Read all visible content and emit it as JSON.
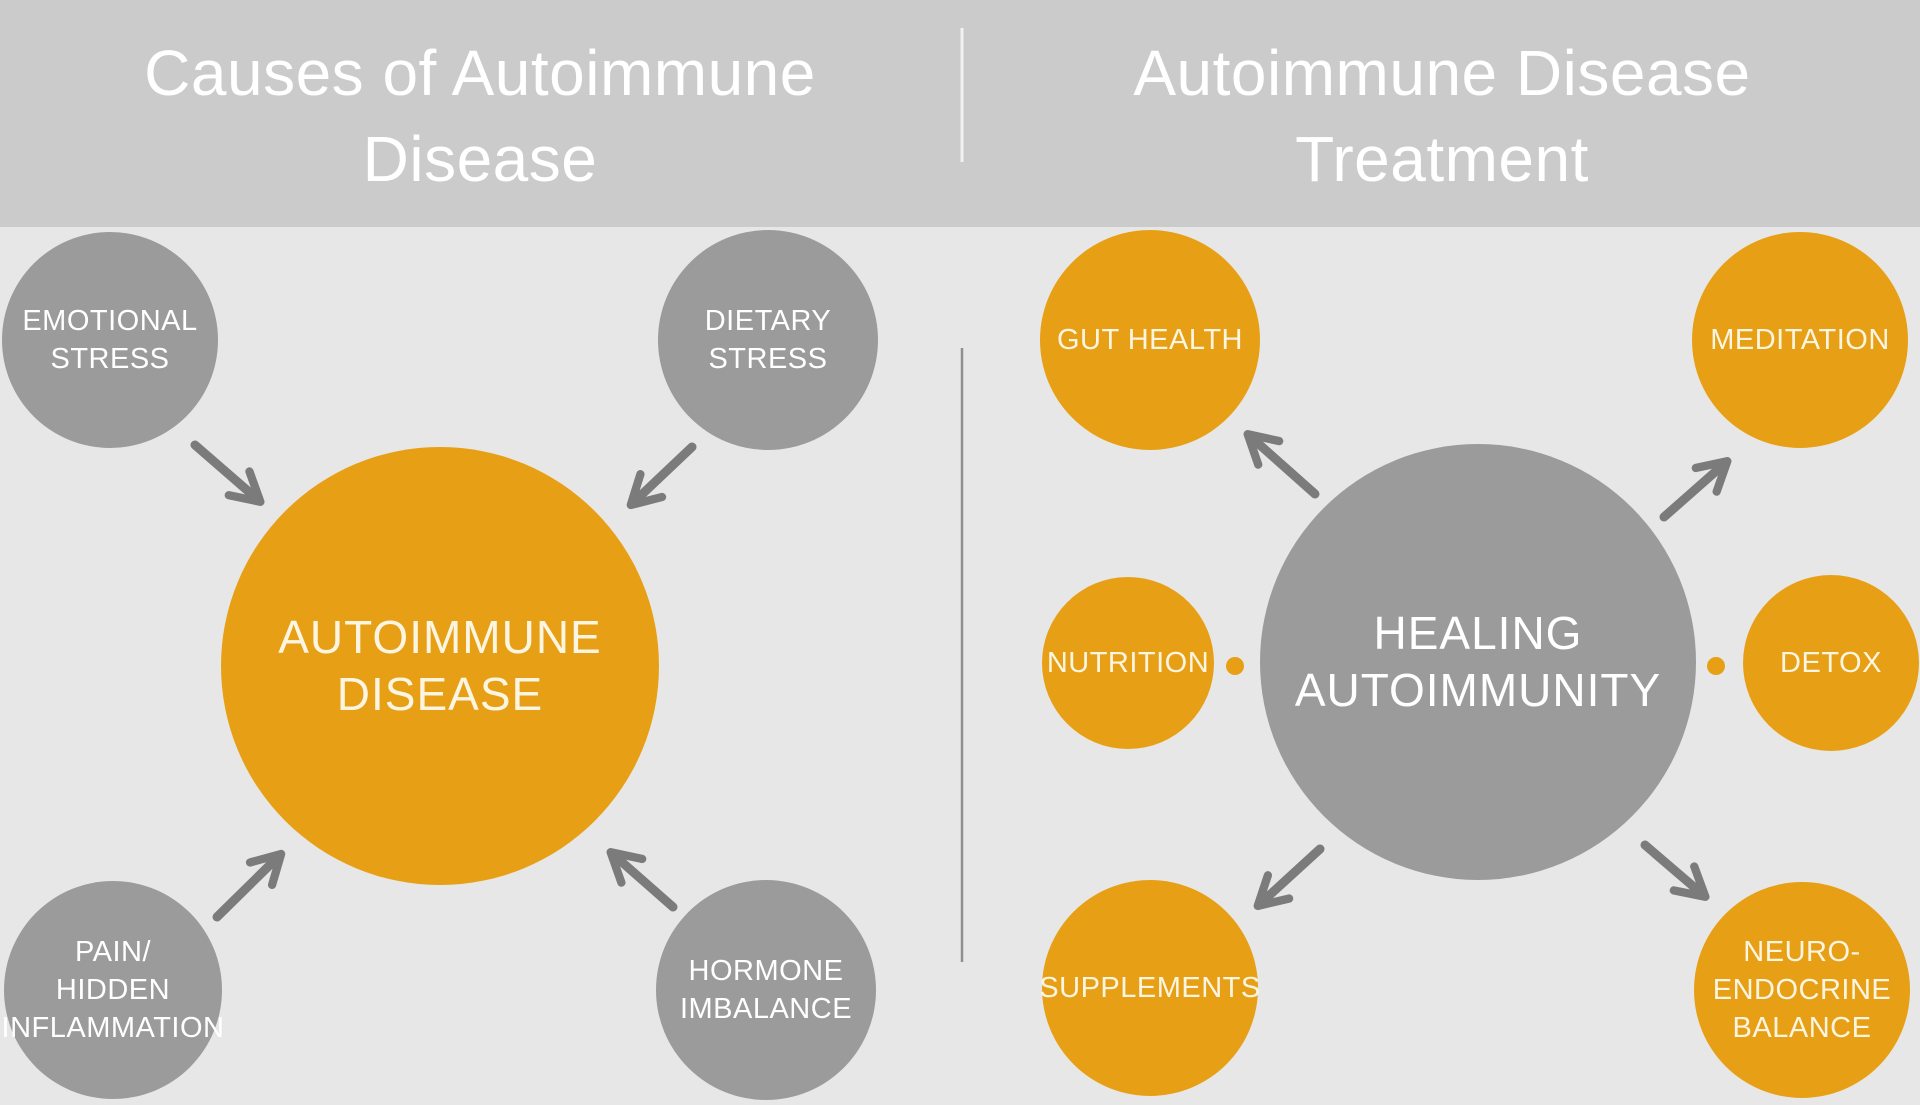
{
  "header": {
    "left_title": "Causes of Autoimmune\nDisease",
    "right_title": "Autoimmune Disease\nTreatment"
  },
  "left_panel": {
    "center_label": "AUTOIMMUNE\nDISEASE",
    "causes": [
      {
        "label": "EMOTIONAL\nSTRESS"
      },
      {
        "label": "DIETARY\nSTRESS"
      },
      {
        "label": "PAIN/\nHIDDEN\nINFLAMMATION"
      },
      {
        "label": "HORMONE\nIMBALANCE"
      }
    ]
  },
  "right_panel": {
    "center_label": "HEALING\nAUTOIMMUNITY",
    "treatments": [
      {
        "label": "GUT HEALTH"
      },
      {
        "label": "MEDITATION"
      },
      {
        "label": "NUTRITION"
      },
      {
        "label": "DETOX"
      },
      {
        "label": "SUPPLEMENTS"
      },
      {
        "label": "NEURO-\nENDOCRINE\nBALANCE"
      }
    ]
  },
  "colors": {
    "orange": "#E7A016",
    "gray_circle": "#9B9B9B",
    "header_bg": "#CBCBCB",
    "page_bg": "#E8E7E7",
    "arrow": "#7B7B7B",
    "divider": "#8F8F8F",
    "text_on_orange": "#FCF5E2",
    "text_on_gray": "#FFFFFF",
    "title_text": "#FFFFFF"
  }
}
